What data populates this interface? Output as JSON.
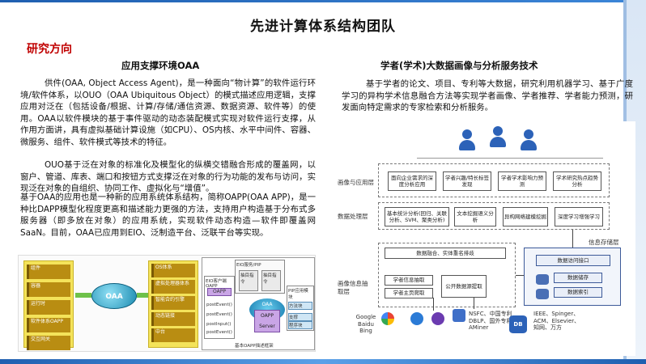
{
  "page": {
    "title": "先进计算体系结构团队",
    "section_label": "研究方向"
  },
  "left": {
    "heading": "应用支撑环境OAA",
    "p1": "供件(OAA, Object Access Agent)，是一种面向“物计算”的软件运行环境/软件体系，以OUO（OAA Ubiquitous Object）的模式描述应用逻辑，支撑应用对泛在（包括设备/根据、计算/存储/通信资源、数据资源、软件等）的使用。OAA以软件模块的基于事件驱动的动态装配模式实现对软件运行支撑，从作用方面讲，具有虚拟基础计算设施（如CPU）、OS内核、水平中间件、容器、微服务、组件、软件模式等技术的特征。",
    "p2": "OUO基于泛在对象的标准化及模型化的纵横交错融合形成的覆盖网，以窗户、管道、库表、端口和按钮方式支撑泛在对象的行为功能的发布与访问，实现泛在对象的自组织、协同工作、虚拟化与“增值”。",
    "p3": "基于OAA的应用也是一种新的应用系统体系结构，简称OAPP(OAA APP)，是一种比DAPP模型化程度更高和描述能力更强的方法，支持用户构造基于分布式多服务器（即多放在对象）的应用系统，实现软件动态构造—软件即覆盖网SaaN。目前，OAA已应用到EIO、泛制造平台、泛联平台等实现。",
    "figure": {
      "col1": [
        "组件",
        "容器",
        "运行时",
        "软件体系OAPP",
        "交互网关"
      ],
      "oaa_label": "OAA",
      "col2": [
        "OS体系",
        "虚拟处理器体系",
        "智能合约引擎",
        "动态链接",
        "中台"
      ],
      "panel_title": "EIO服务/PIP",
      "panel_left_title": "EIO客户端OAPP",
      "oapp_label": "OAPP",
      "oapp_server": "OAPP Server",
      "pip_title": "PIP应用模块",
      "pip_items": [
        "方法块",
        "支撑",
        "程序块"
      ],
      "panel_rows": [
        "抽目指令",
        "抽目指令",
        "postEvent()",
        "postEvent()",
        "postInput()",
        "postEvent()"
      ],
      "bottom_caption": "基本OAPP描述框架"
    }
  },
  "right": {
    "heading": "学者(学术)大数据画像与分析服务技术",
    "p1": "基于学者的论文、项目、专利等大数据，研究利用机器学习、基于广度学习的异构学术信息融合方法等实现学者画像、学者推荐、学者能力预测，研发面向特定需求的专家检索和分析服务。",
    "diagram": {
      "row_labels": [
        "画像与应用层",
        "数据处理层",
        "画像信息抽取层"
      ],
      "storage_label": "信息存储层",
      "app_boxes": [
        "面向企业需求的深度分析应用",
        "学者兴趣/特长标签发现",
        "学者学术影响力预测",
        "学术研究热点趋势分析"
      ],
      "proc_boxes": [
        "基本统计分析(回归、关联分析、SVM、聚类分析)",
        "文本挖掘语义分析",
        "异构网络建模挖掘",
        "深度学习增强学习"
      ],
      "fusion_box": "数据融合、实体重名排歧",
      "extract_boxes": [
        "学者信息抽取",
        "学者主页爬取",
        "公开数据源提取"
      ],
      "db_boxes": [
        "数据访问接口",
        "数据储存",
        "数据索引"
      ],
      "sources": [
        "Google",
        "Baidu",
        "Bing",
        "NSFC、中国专利",
        "DBLP、国外专利",
        "AMiner",
        "IEEE、Spinger、",
        "ACM、Elsevier、",
        "知网、万方"
      ],
      "db_icon_text": "DB"
    }
  },
  "colors": {
    "accent_red": "#c00000",
    "brand_blue": "#2c62b8",
    "figure_yellow": "#f4e35a"
  }
}
